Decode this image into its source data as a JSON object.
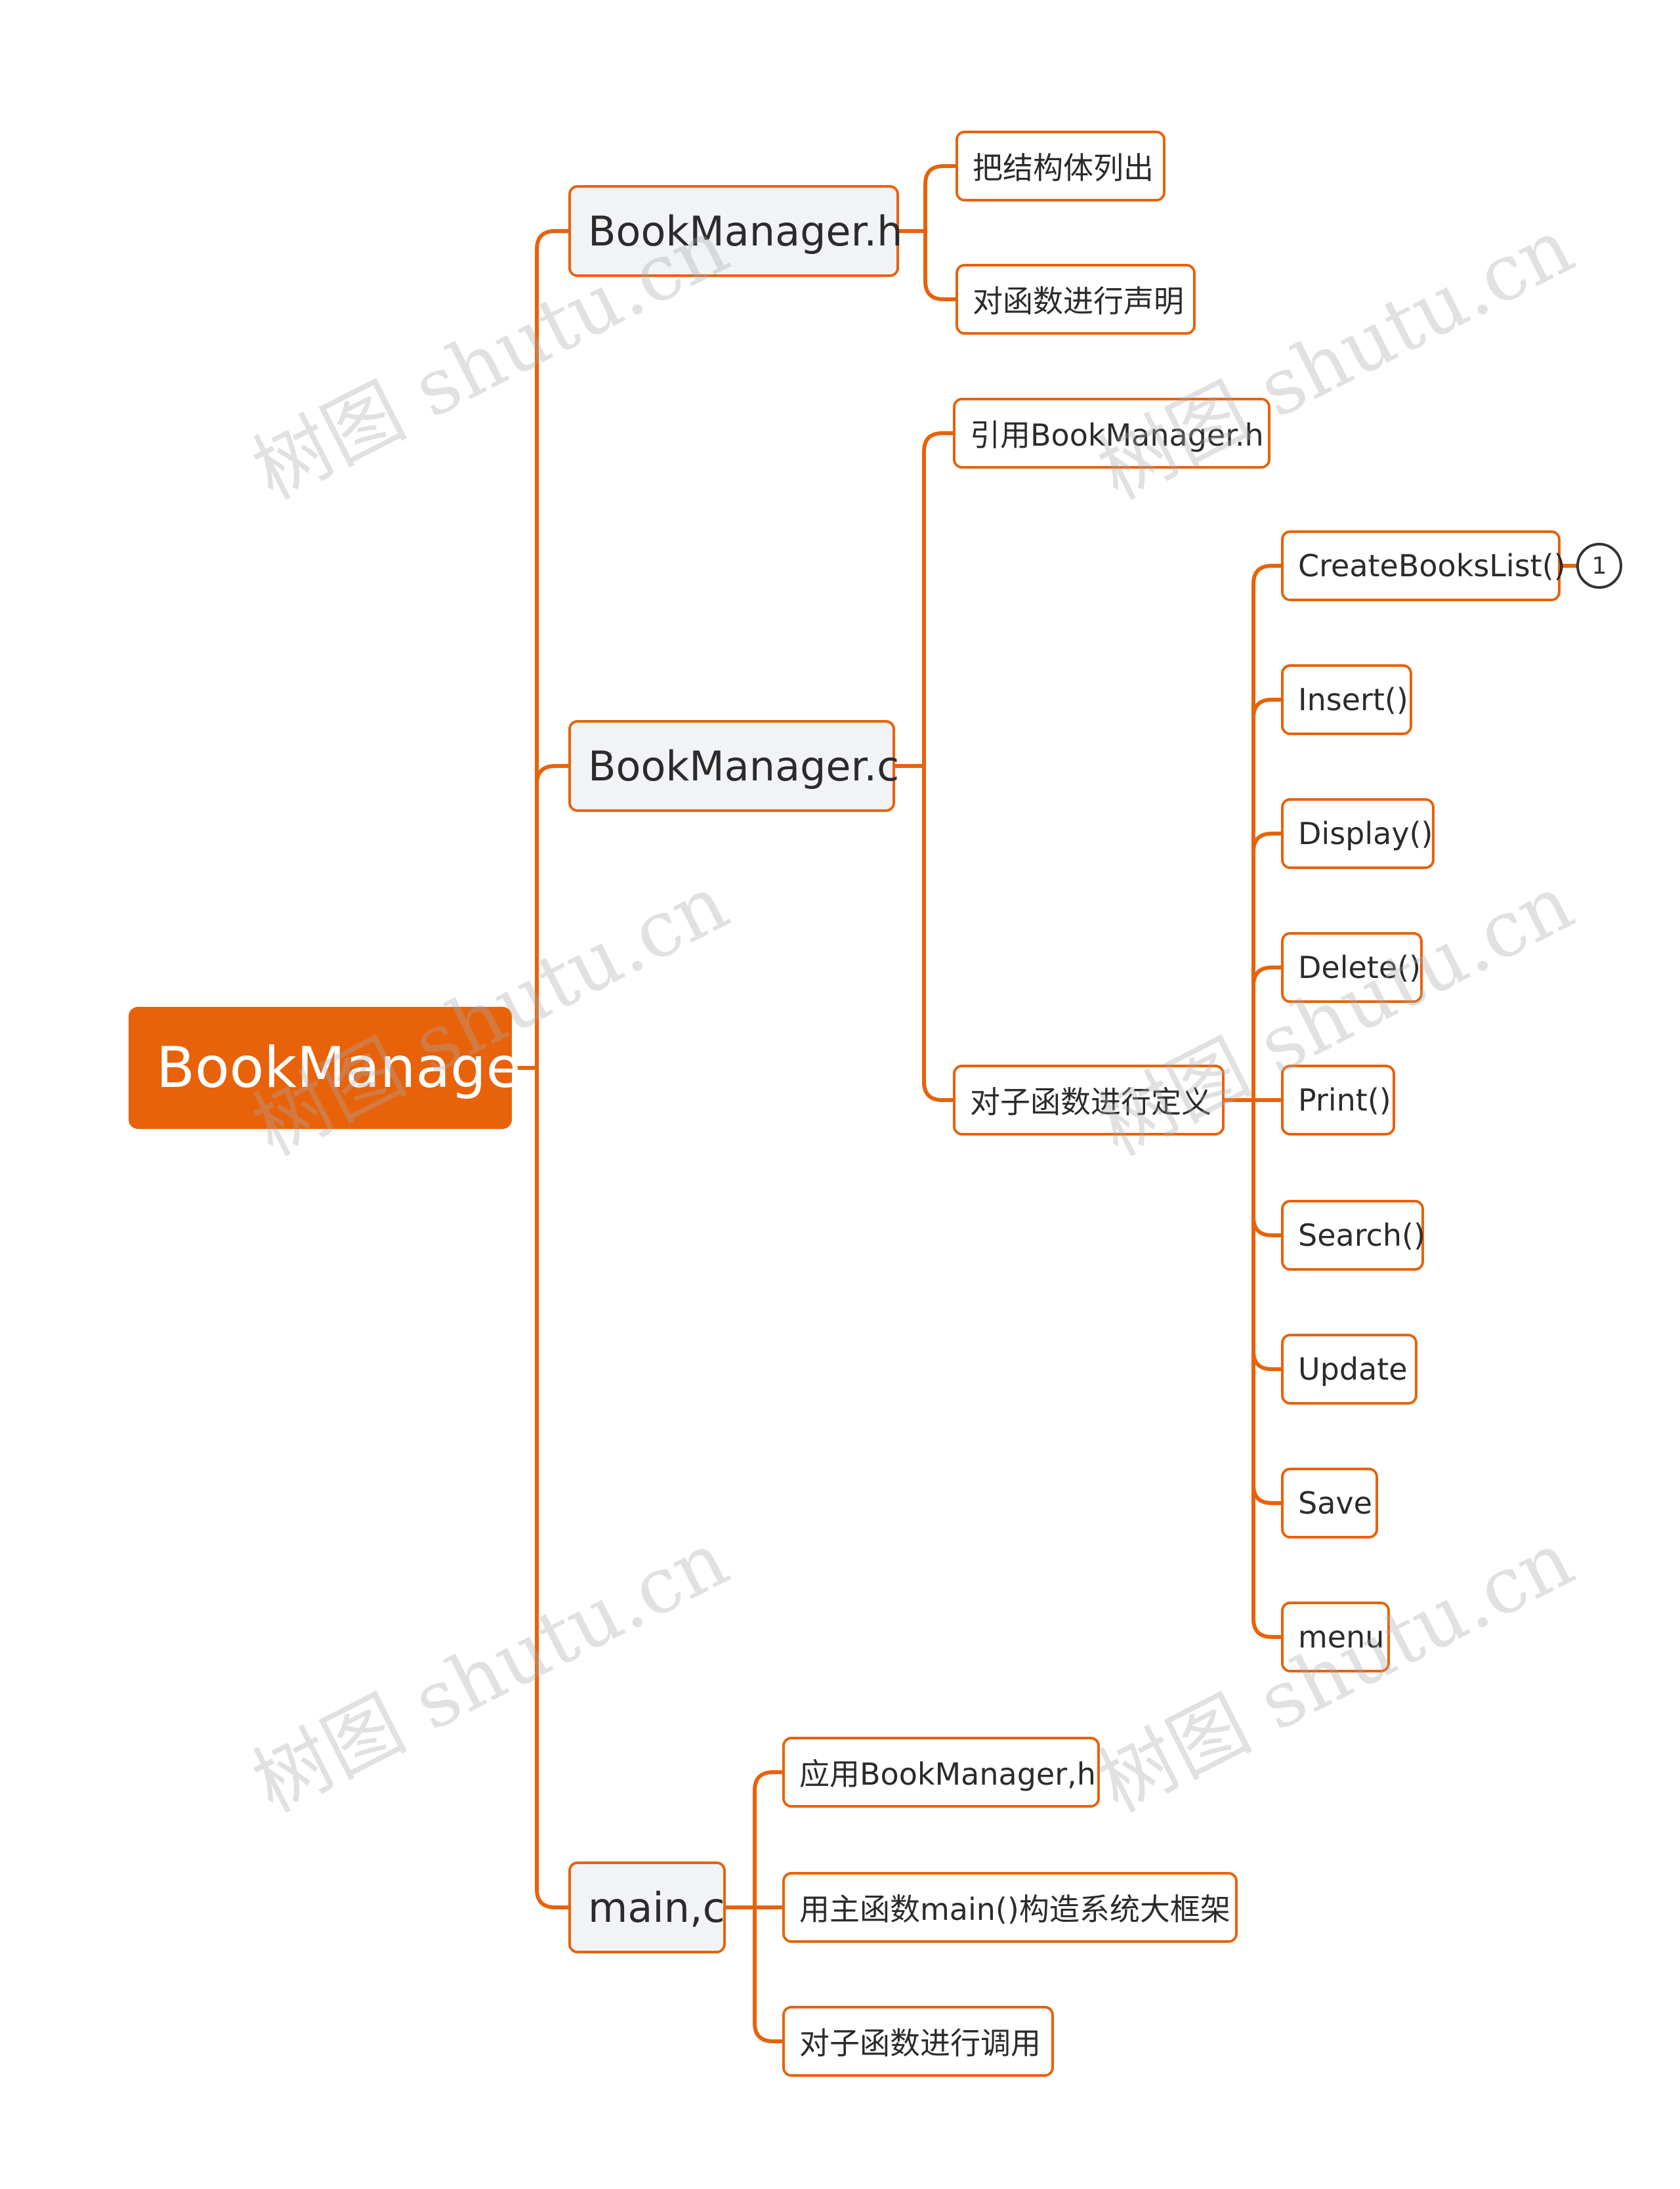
{
  "colors": {
    "accent": "#e8620a",
    "branch_fill": "#f1f3f6",
    "leaf_fill": "#ffffff",
    "text": "#2b2b2b"
  },
  "root": {
    "label": "BookManage"
  },
  "branches": [
    {
      "label": "BookManager.h",
      "children": [
        "把结构体列出",
        "对函数进行声明"
      ]
    },
    {
      "label": "BookManager.c",
      "children": [
        {
          "label": "引用BookManager.h"
        },
        {
          "label": "对子函数进行定义",
          "children": [
            {
              "label": "CreateBooksList()",
              "marker": "1"
            },
            {
              "label": "Insert()"
            },
            {
              "label": "Display()"
            },
            {
              "label": "Delete()"
            },
            {
              "label": "Print()"
            },
            {
              "label": "Search()"
            },
            {
              "label": "Update"
            },
            {
              "label": "Save"
            },
            {
              "label": "menu"
            }
          ]
        }
      ]
    },
    {
      "label": "main,c",
      "children": [
        "应用BookManager,h",
        "用主函数main()构造系统大框架",
        "对子函数进行调用"
      ]
    }
  ],
  "watermark": "树图 shutu.cn"
}
